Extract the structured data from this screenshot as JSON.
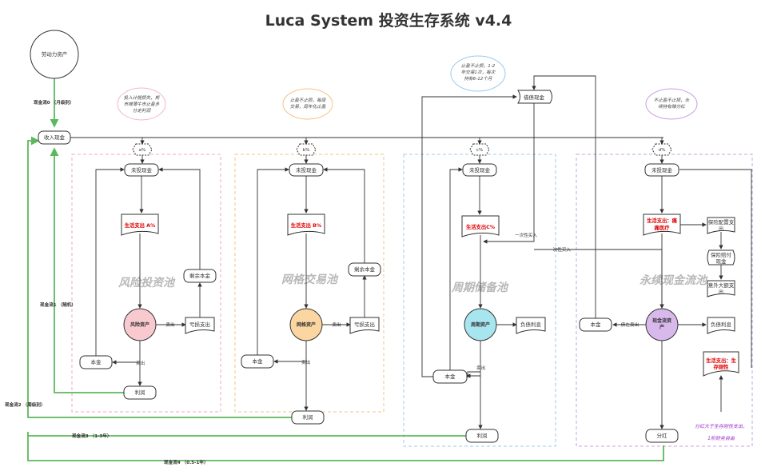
{
  "title": "Luca System  投资生存系统 v4.4",
  "pools": [
    {
      "name": "风险投资池",
      "color": "#f4a7b9",
      "pct": "a%",
      "uninvested": "未投现金",
      "expense": "生活支出 A%",
      "asset": "风险资产",
      "asset_fill": "#f9c9d0",
      "sell": "卖出",
      "loss": "亏损支出",
      "remaining": "剩余本金",
      "principal": "本金",
      "profit": "利润",
      "note": "投入计提损失，熊市摊薄牛市止盈多分走利润"
    },
    {
      "name": "网格交易池",
      "color": "#f6c38a",
      "pct": "b%",
      "uninvested": "未投现金",
      "expense": "生活支出 B%",
      "asset": "网格资产",
      "asset_fill": "#fbd6a0",
      "sell": "卖出",
      "loss": "亏损支出",
      "remaining": "剩余本金",
      "principal": "本金",
      "profit": "利润",
      "note": "止盈不止损，每周交易，周年化止盈"
    },
    {
      "name": "周期储备池",
      "color": "#9ccbef",
      "pct": "c%",
      "uninvested": "未投现金",
      "expense": "生活支出C%",
      "asset": "周期资产",
      "asset_fill": "#a8e6ef",
      "sell": "卖出",
      "debt_interest": "负债利息",
      "principal": "本金",
      "profit": "利润",
      "note": "止盈不止损，1-2年交易1次，每次持有6-12个月"
    },
    {
      "name": "永续现金流池",
      "color": "#c9a0e0",
      "pct": "d%",
      "uninvested": "未投现金",
      "expense": "生活支出：痛痛医疗",
      "asset": "现金流资产",
      "asset_fill": "#d9b8ec",
      "debt_sell": "债在卖出",
      "debt_interest": "负债利息",
      "principal": "本金",
      "dividend": "分红",
      "note": "不止盈不止损，永续持有赚分红"
    }
  ],
  "labor": "劳动力资产",
  "income": "收入现金",
  "debt_cash": "借债现金",
  "one_time_buy": "一次性买入",
  "insurance_expense": "保险配置支出",
  "insurance_payout": "保险赔付现金",
  "accident_expense": "意外大额支出",
  "survival_expense": "生活支出：生存刚性",
  "dividend_note": [
    "分红大于生存刚性支出，",
    "1阶财务自由"
  ],
  "flows": {
    "f0": "现金流0 （月级别）",
    "f1": "现金流1 （随机）",
    "f2": "现金流2 （周级别）",
    "f3": "现金流3 （1-3年）",
    "f4": "现金流4 （0.5-1年）"
  }
}
